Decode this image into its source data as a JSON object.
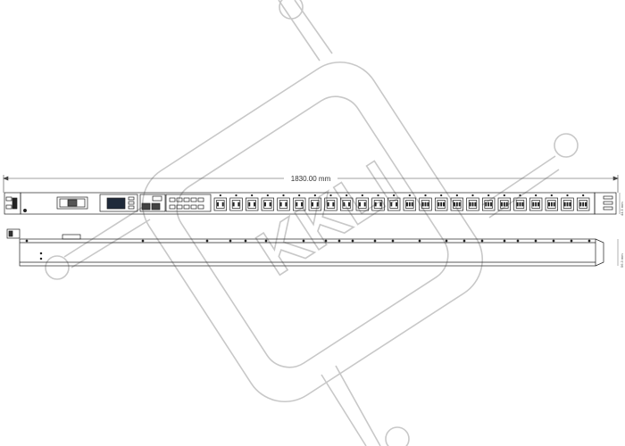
{
  "drawing": {
    "length_dimension": "1830.00 mm",
    "height_dimension": "44.5 mm",
    "depth_dimension": "56.3 mm"
  },
  "watermark": {
    "text": "KKLI"
  },
  "front_view": {
    "outlets": [
      {
        "type": "C13"
      },
      {
        "type": "C13"
      },
      {
        "type": "C13"
      },
      {
        "type": "C13"
      },
      {
        "type": "C13"
      },
      {
        "type": "C13"
      },
      {
        "type": "C13"
      },
      {
        "type": "C13"
      },
      {
        "type": "C13"
      },
      {
        "type": "C13"
      },
      {
        "type": "C13"
      },
      {
        "type": "C13"
      },
      {
        "type": "C19"
      },
      {
        "type": "C19"
      },
      {
        "type": "C19"
      },
      {
        "type": "C19"
      },
      {
        "type": "C19"
      },
      {
        "type": "C19"
      },
      {
        "type": "C19"
      },
      {
        "type": "C19"
      },
      {
        "type": "C19"
      },
      {
        "type": "C19"
      },
      {
        "type": "C19"
      },
      {
        "type": "C19"
      }
    ]
  },
  "colors": {
    "line": "#222222",
    "watermark": "#c8c8c8",
    "screen": "#1f2a3a"
  }
}
